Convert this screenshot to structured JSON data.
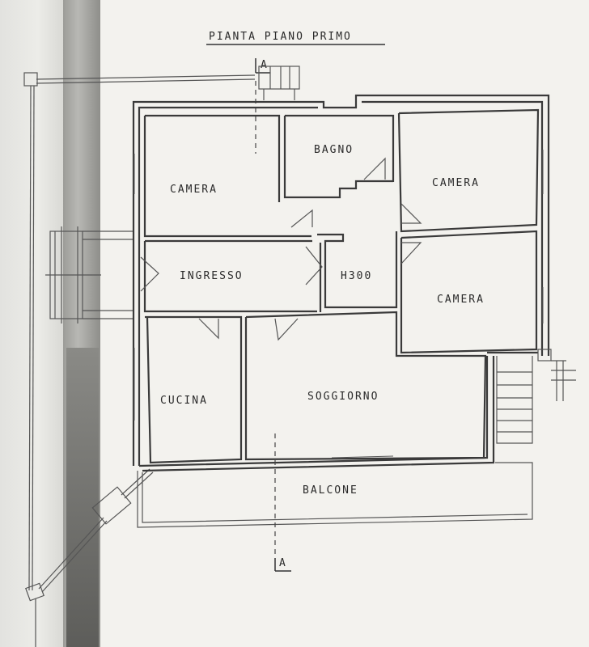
{
  "title": "PIANTA  PIANO PRIMO",
  "section_marker": "A",
  "rooms": {
    "camera_nw": "CAMERA",
    "bagno": "BAGNO",
    "camera_ne": "CAMERA",
    "ingresso": "INGRESSO",
    "h300": "H300",
    "camera_e": "CAMERA",
    "cucina": "CUCINA",
    "soggiorno": "SOGGIORNO",
    "balcone": "BALCONE"
  }
}
